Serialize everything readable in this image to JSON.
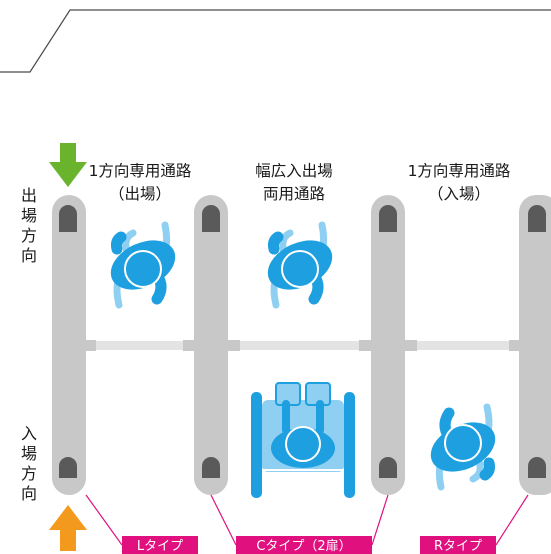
{
  "side_labels": {
    "exit_direction": "出場方向",
    "entry_direction": "入場方向"
  },
  "lane_labels": {
    "left": {
      "line1": "1方向専用通路",
      "line2": "（出場）"
    },
    "center": {
      "line1": "幅広入出場",
      "line2": "両用通路"
    },
    "right": {
      "line1": "1方向専用通路",
      "line2": "（入場）"
    }
  },
  "type_tags": {
    "l": "Lタイプ",
    "c": "Cタイプ（2扉）",
    "r": "Rタイプ"
  },
  "colors": {
    "arrow_exit": "#6ab42d",
    "arrow_entry": "#f39a1e",
    "tag_magenta": "#e0107f",
    "pillar": "#c8c8c8",
    "figure_blue": "#1e9fe0",
    "figure_light_blue": "#8fd0f2"
  },
  "icons": [
    "down-arrow-icon",
    "up-arrow-icon",
    "person-icon",
    "wheelchair-icon"
  ]
}
